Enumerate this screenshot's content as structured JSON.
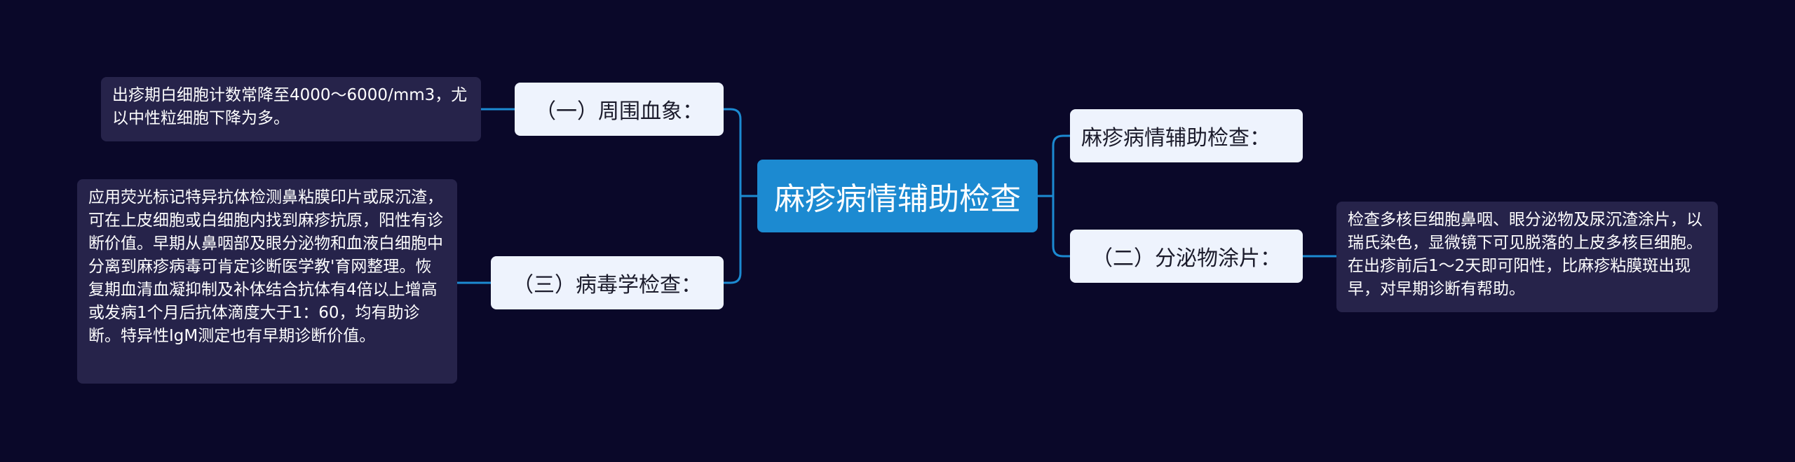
{
  "mindmap": {
    "root": "麻疹病情辅助检查",
    "left": [
      {
        "label": "（一）周围血象：",
        "detail": "出疹期白细胞计数常降至4000～6000/mm3，尤以中性粒细胞下降为多。"
      },
      {
        "label": "（三）病毒学检查：",
        "detail": "应用荧光标记特异抗体检测鼻粘膜印片或尿沉渣，可在上皮细胞或白细胞内找到麻疹抗原，阳性有诊断价值。早期从鼻咽部及眼分泌物和血液白细胞中分离到麻疹病毒可肯定诊断医学教'育网整理。恢复期血清血凝抑制及补体结合抗体有4倍以上增高或发病1个月后抗体滴度大于1：60，均有助诊断。特异性IgM测定也有早期诊断价值。"
      }
    ],
    "right": [
      {
        "label": "麻疹病情辅助检查："
      },
      {
        "label": "（二）分泌物涂片：",
        "detail": "检查多核巨细胞鼻咽、眼分泌物及尿沉渣涂片，以瑞氏染色，显微镜下可见脱落的上皮多核巨细胞。在出疹前后1～2天即可阳性，比麻疹粘膜斑出现早，对早期诊断有帮助。"
      }
    ],
    "colors": {
      "background": "#0a0829",
      "root": "#1c8ad1",
      "branch": "#eef3fd",
      "leaf": "#26234a",
      "connector": "#1c8ad1"
    }
  }
}
